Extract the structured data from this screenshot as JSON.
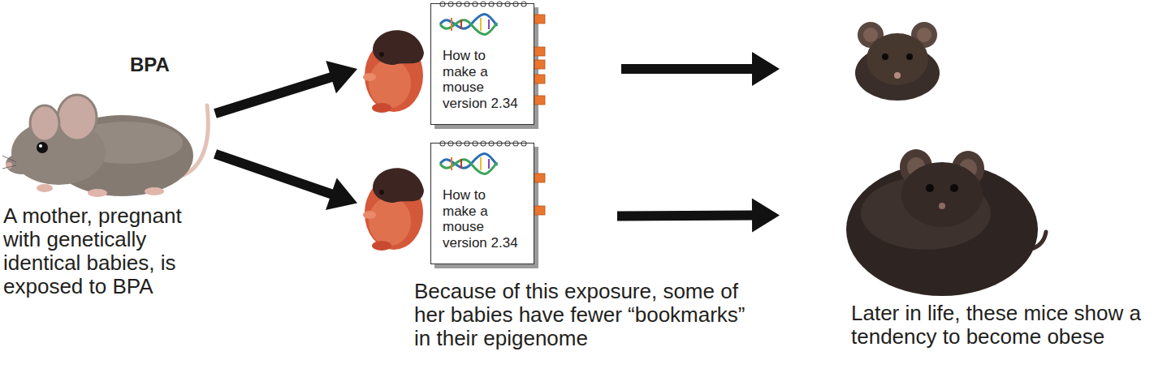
{
  "diagram": {
    "nodes": [
      {
        "text": [
          "BPA",
          "A mother, pregnant with genetically identical babies, is exposed to BPA"
        ]
      },
      {
        "text": [
          "How to make a mouse version 2.34"
        ]
      },
      {
        "text": [
          "How to make a mouse version 2.34",
          "Because of this exposure, some of her babies have fewer “bookmarks” in their epigenome"
        ]
      },
      {
        "text": [
          "Later in life, these mice show a tendency to become obese"
        ]
      }
    ],
    "edges": [
      {
        "from": 0,
        "to": 1,
        "arrow": "to"
      },
      {
        "from": 0,
        "to": 2,
        "arrow": "to"
      },
      {
        "from": 2,
        "to": 3,
        "arrow": "to"
      }
    ]
  }
}
